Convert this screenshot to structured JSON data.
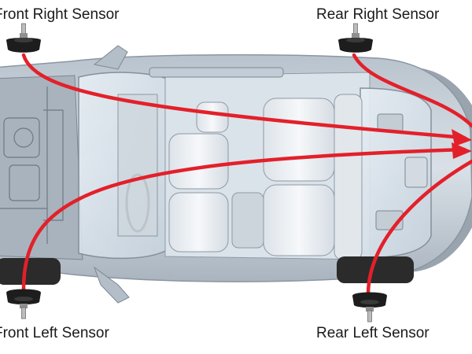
{
  "labels": {
    "front_right": "Front Right Sensor",
    "rear_right": "Rear Right Sensor",
    "front_left": "Front Left Sensor",
    "rear_left": "Rear Left Sensor"
  },
  "icons": {
    "sensor": "tpms-sensor-icon",
    "vehicle": "car-top-view-illustration"
  },
  "colors": {
    "arrow": "#e3202a",
    "sensor_body": "#1d1d1d",
    "car_body": "#c9d2db",
    "glass": "#dfe8f0",
    "seat": "#eef1f4",
    "tire": "#2b2b2b"
  }
}
